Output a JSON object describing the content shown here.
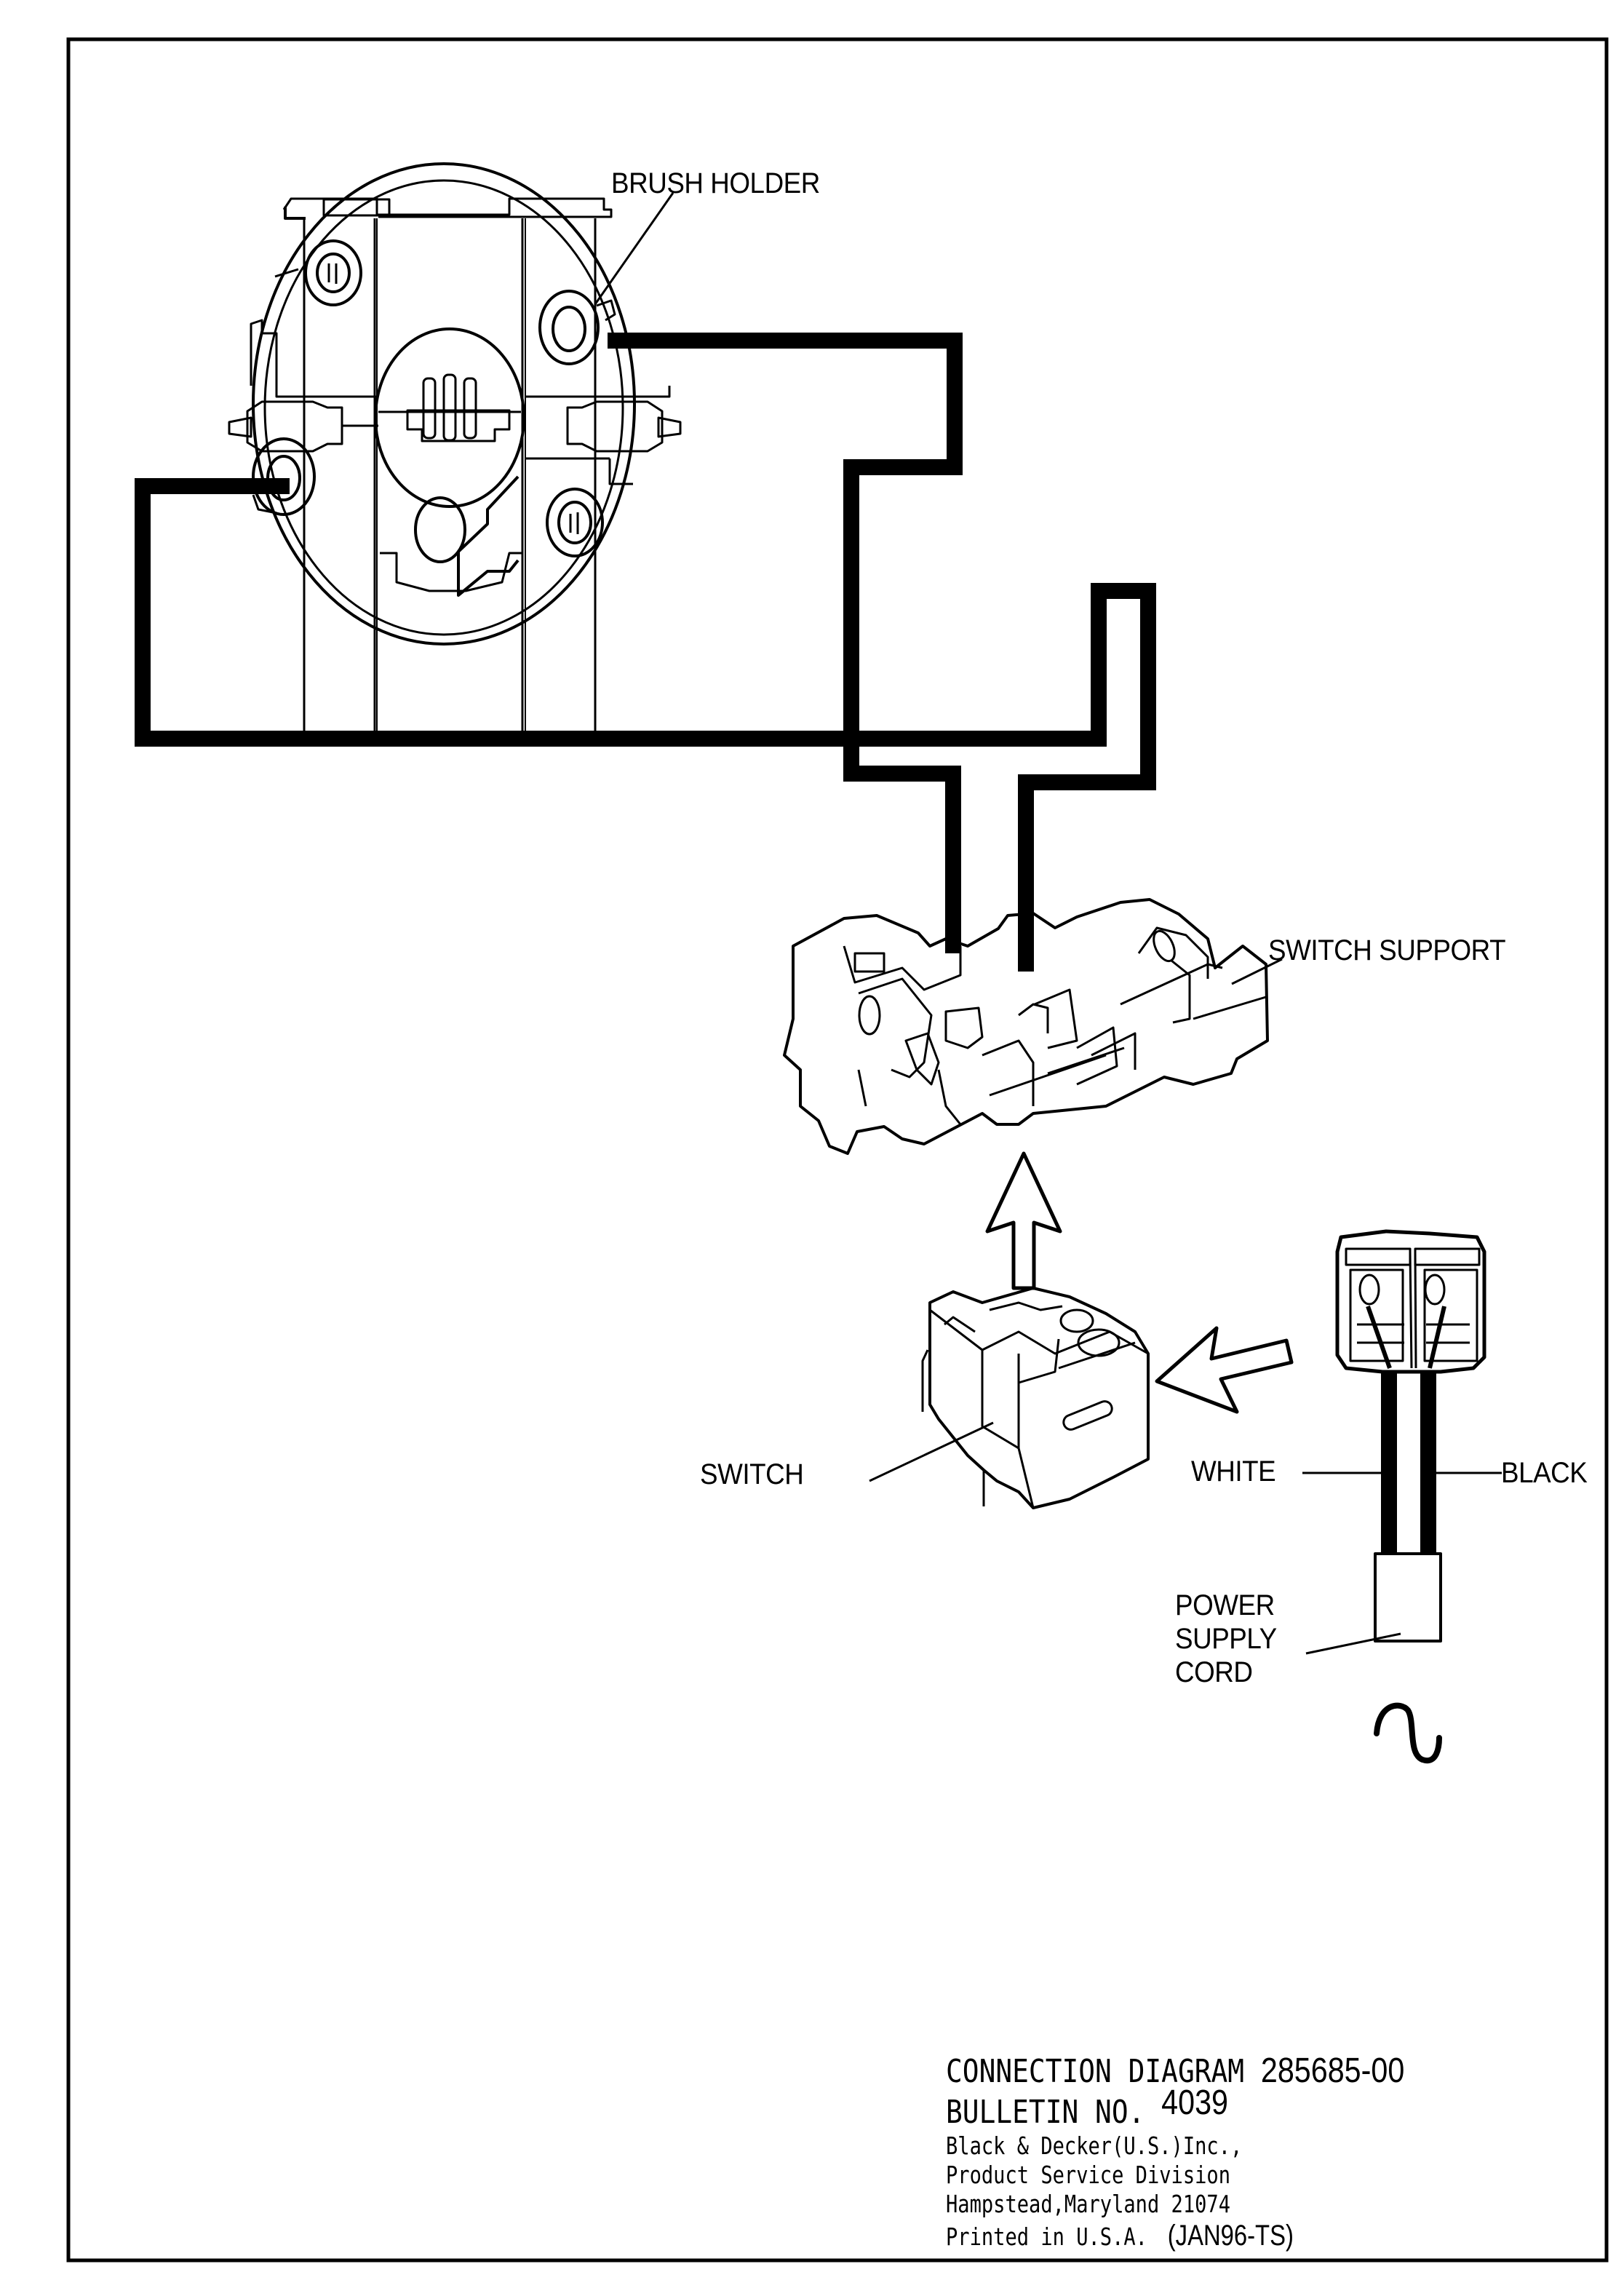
{
  "diagram": {
    "title": "Connection Diagram",
    "type": "wiring-diagram",
    "colors": {
      "ink": "#000000",
      "paper": "#ffffff"
    }
  },
  "labels": {
    "brush_holder": "BRUSH HOLDER",
    "switch_support": "SWITCH SUPPORT",
    "switch": "SWITCH",
    "white_wire": "WHITE",
    "black_wire": "BLACK",
    "power_supply_cord_line1": "POWER",
    "power_supply_cord_line2": "SUPPLY",
    "power_supply_cord_line3": "CORD",
    "ac_symbol": "∿"
  },
  "title_block": {
    "line1_prefix": "CONNECTION DIAGRAM",
    "line1_number": "285685-00",
    "line2_prefix": "BULLETIN NO.",
    "line2_number": "4039",
    "line3": "Black & Decker(U.S.)Inc.,",
    "line4": "Product Service Division",
    "line5": "Hampstead,Maryland 21074",
    "line6_prefix": "Printed in U.S.A.",
    "line6_code": "(JAN96-TS)"
  },
  "components": [
    {
      "id": "brush-holder",
      "name": "Brush Holder"
    },
    {
      "id": "switch-support",
      "name": "Switch Support"
    },
    {
      "id": "switch",
      "name": "Switch"
    },
    {
      "id": "power-supply-cord",
      "name": "Power Supply Cord",
      "wires": [
        "WHITE",
        "BLACK"
      ]
    }
  ],
  "connections": [
    {
      "from": "brush-holder (right brush)",
      "to": "switch-support (left terminal)"
    },
    {
      "from": "brush-holder (left brush)",
      "to": "switch-support (right terminal)"
    },
    {
      "from": "switch",
      "to": "switch-support",
      "direction": "up-arrow"
    },
    {
      "from": "power-supply-cord",
      "to": "switch",
      "direction": "left-arrow"
    }
  ]
}
